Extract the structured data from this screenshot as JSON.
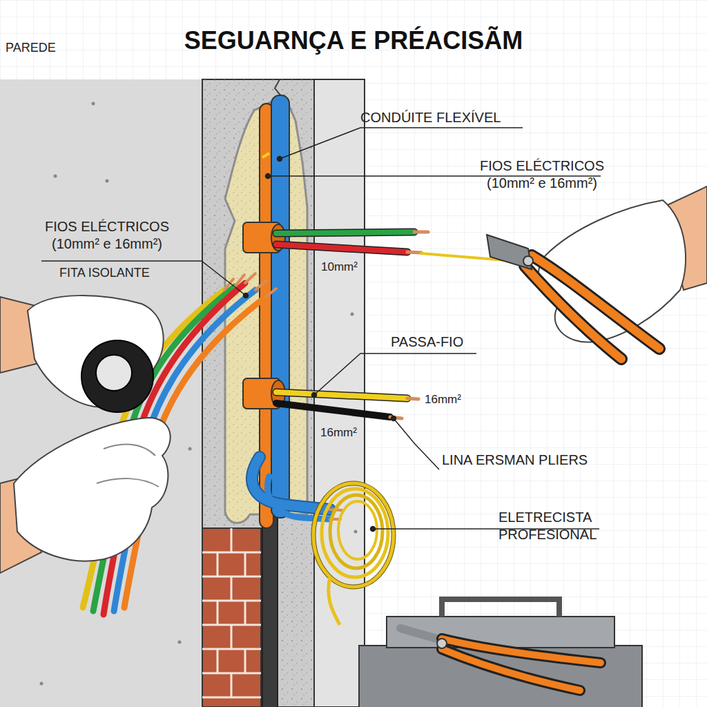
{
  "diagram": {
    "title": "SEGUARNÇA E PRÉACISÃM",
    "labels": [
      "PAREDE",
      "CONDÚITE FLEXÍVEL",
      "FIOS ELÉCTRICOS (10mm² e 16mm²)",
      "FIOS ELÉCTRICOS (10mm² e 16mm²)",
      "FITA ISOLANTE",
      "10mm²",
      "PASSA-FIO",
      "16mm²",
      "16mm²",
      "LINA ERSMAN PLIERS",
      "ELETRECISTA PROFESIONAL"
    ]
  }
}
